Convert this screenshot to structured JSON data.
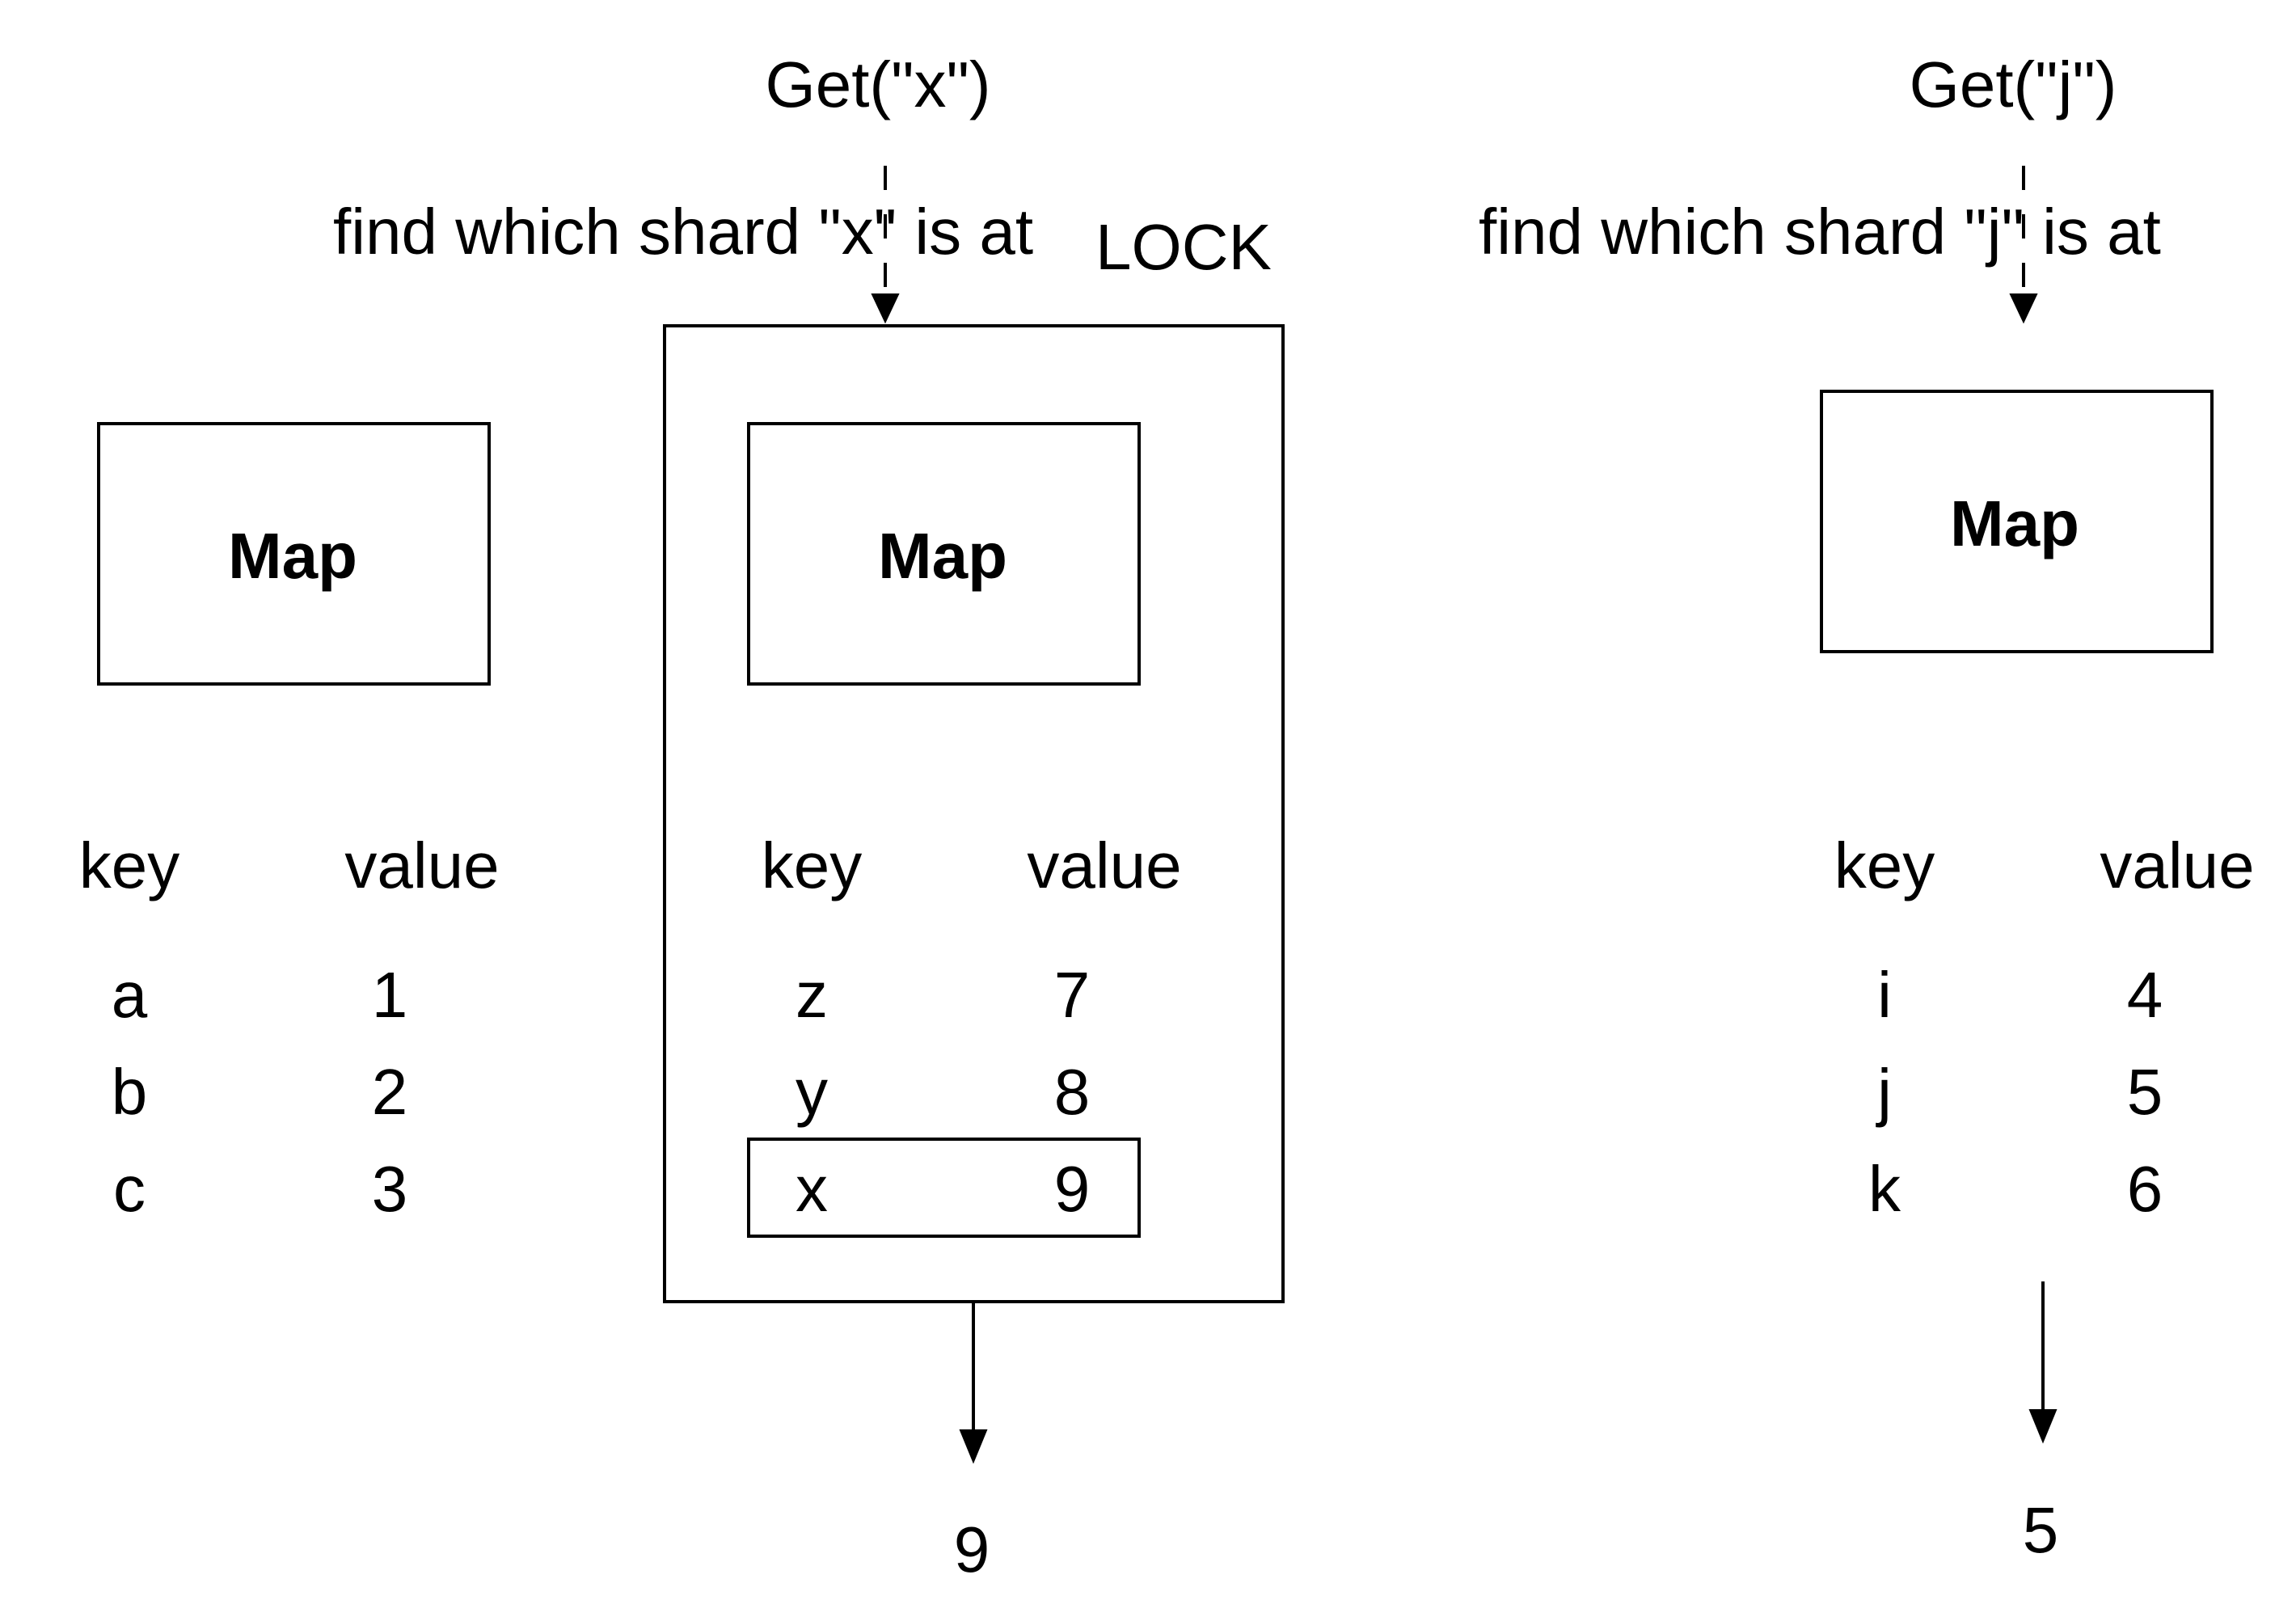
{
  "requests": [
    {
      "call": "Get(\"x\")",
      "step": "find which shard \"x\" is at",
      "lock": "LOCK",
      "result": "9"
    },
    {
      "call": "Get(\"j\")",
      "step": "find which shard \"j\" is at",
      "result": "5"
    }
  ],
  "shards": [
    {
      "title": "Map",
      "headers": {
        "key": "key",
        "value": "value"
      },
      "rows": [
        {
          "key": "a",
          "value": "1"
        },
        {
          "key": "b",
          "value": "2"
        },
        {
          "key": "c",
          "value": "3"
        }
      ]
    },
    {
      "title": "Map",
      "headers": {
        "key": "key",
        "value": "value"
      },
      "rows": [
        {
          "key": "z",
          "value": "7"
        },
        {
          "key": "y",
          "value": "8"
        },
        {
          "key": "x",
          "value": "9",
          "highlighted": true
        }
      ]
    },
    {
      "title": "Map",
      "headers": {
        "key": "key",
        "value": "value"
      },
      "rows": [
        {
          "key": "i",
          "value": "4"
        },
        {
          "key": "j",
          "value": "5"
        },
        {
          "key": "k",
          "value": "6"
        }
      ]
    }
  ]
}
